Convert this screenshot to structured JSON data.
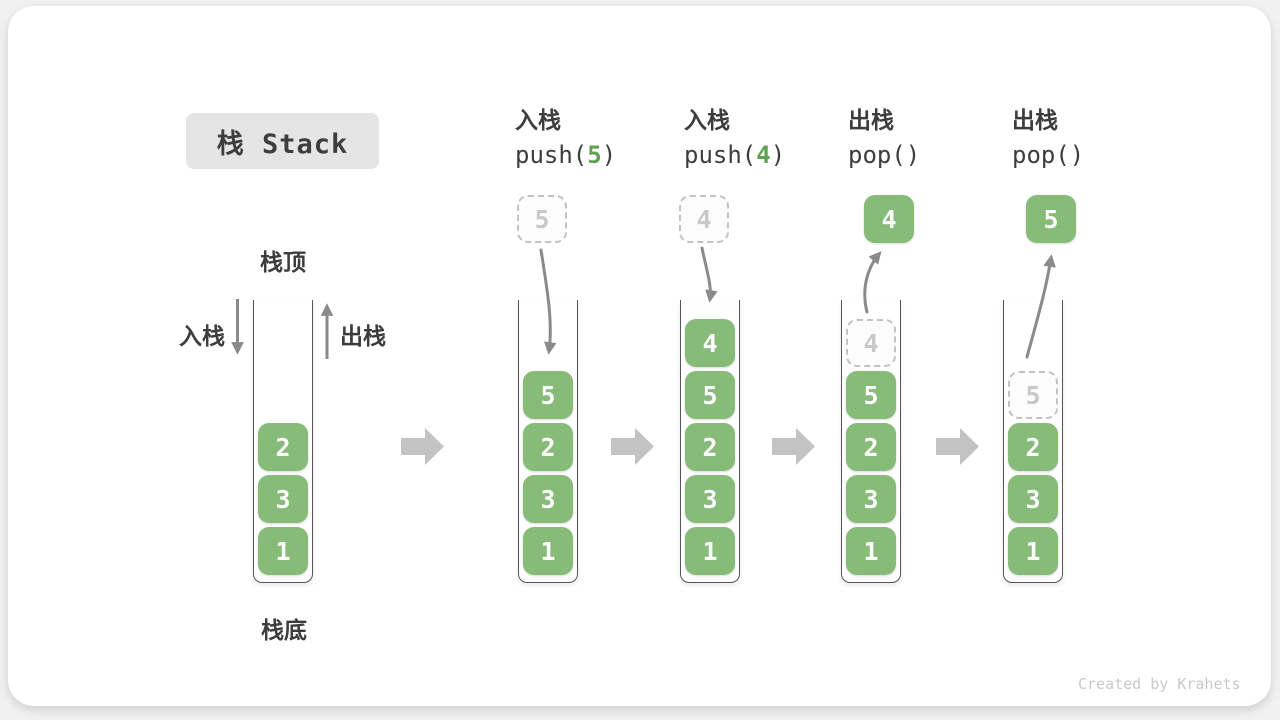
{
  "title": {
    "text": "栈 Stack"
  },
  "labels": {
    "stack_top": "栈顶",
    "stack_bottom": "栈底",
    "push_in": "入栈",
    "pop_out": "出栈"
  },
  "watermark": "Created by Krahets",
  "colors": {
    "element_green": "#86bb78",
    "code_arg_green": "#5fa052",
    "ghost_border": "#c2c2c2",
    "ghost_text": "#c8c8c8",
    "arrow_gray": "#8a8a8a",
    "block_arrow_gray": "#c3c3c3",
    "ink": "#3d3d3d",
    "title_bg": "#e5e5e5"
  },
  "columns": [
    {
      "name": "initial-stack",
      "header": null,
      "top_box": null,
      "items": [
        {
          "value": "2",
          "ghost": false
        },
        {
          "value": "3",
          "ghost": false
        },
        {
          "value": "1",
          "ghost": false
        }
      ]
    },
    {
      "name": "push-5",
      "header": {
        "op": "入栈",
        "code_pre": "push(",
        "code_arg": "5",
        "code_post": ")"
      },
      "top_box": {
        "value": "5",
        "variant": "dashed"
      },
      "items": [
        {
          "value": "5",
          "ghost": false
        },
        {
          "value": "2",
          "ghost": false
        },
        {
          "value": "3",
          "ghost": false
        },
        {
          "value": "1",
          "ghost": false
        }
      ]
    },
    {
      "name": "push-4",
      "header": {
        "op": "入栈",
        "code_pre": "push(",
        "code_arg": "4",
        "code_post": ")"
      },
      "top_box": {
        "value": "4",
        "variant": "dashed"
      },
      "items": [
        {
          "value": "4",
          "ghost": false
        },
        {
          "value": "5",
          "ghost": false
        },
        {
          "value": "2",
          "ghost": false
        },
        {
          "value": "3",
          "ghost": false
        },
        {
          "value": "1",
          "ghost": false
        }
      ]
    },
    {
      "name": "pop-4",
      "header": {
        "op": "出栈",
        "code_pre": "pop(",
        "code_arg": "",
        "code_post": ")"
      },
      "top_box": {
        "value": "4",
        "variant": "solid"
      },
      "items": [
        {
          "value": "4",
          "ghost": true
        },
        {
          "value": "5",
          "ghost": false
        },
        {
          "value": "2",
          "ghost": false
        },
        {
          "value": "3",
          "ghost": false
        },
        {
          "value": "1",
          "ghost": false
        }
      ]
    },
    {
      "name": "pop-5",
      "header": {
        "op": "出栈",
        "code_pre": "pop(",
        "code_arg": "",
        "code_post": ")"
      },
      "top_box": {
        "value": "5",
        "variant": "solid"
      },
      "items": [
        {
          "value": "5",
          "ghost": true
        },
        {
          "value": "2",
          "ghost": false
        },
        {
          "value": "3",
          "ghost": false
        },
        {
          "value": "1",
          "ghost": false
        }
      ]
    }
  ]
}
